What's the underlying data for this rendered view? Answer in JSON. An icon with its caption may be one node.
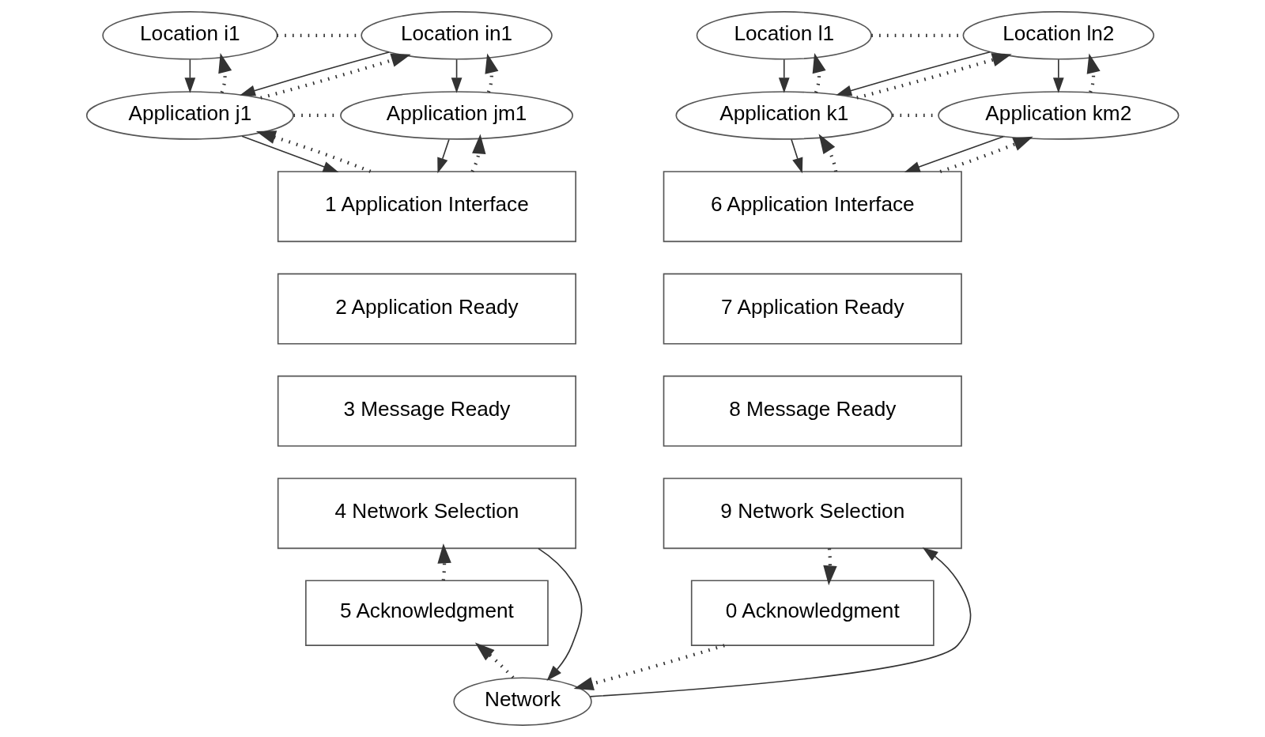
{
  "diagram": {
    "nodes": [
      {
        "text": [
          "Location i1"
        ]
      },
      {
        "text": [
          "Location in1"
        ]
      },
      {
        "text": [
          "Application j1"
        ]
      },
      {
        "text": [
          "Application jm1"
        ]
      },
      {
        "text": [
          "1 Application Interface"
        ]
      },
      {
        "text": [
          "2 Application Ready"
        ]
      },
      {
        "text": [
          "3 Message Ready"
        ]
      },
      {
        "text": [
          "4 Network Selection"
        ]
      },
      {
        "text": [
          "5 Acknowledgment"
        ]
      },
      {
        "text": [
          "Location l1"
        ]
      },
      {
        "text": [
          "Location ln2"
        ]
      },
      {
        "text": [
          "Application k1"
        ]
      },
      {
        "text": [
          "Application km2"
        ]
      },
      {
        "text": [
          "6 Application Interface"
        ]
      },
      {
        "text": [
          "7 Application Ready"
        ]
      },
      {
        "text": [
          "8 Message Ready"
        ]
      },
      {
        "text": [
          "9 Network Selection"
        ]
      },
      {
        "text": [
          "0 Acknowledgment"
        ]
      },
      {
        "text": [
          "Network"
        ]
      }
    ],
    "edges": [
      {
        "from": 0,
        "to": 1,
        "arrow": "none",
        "style": "dashed"
      },
      {
        "from": 0,
        "to": 2,
        "arrow": "to"
      },
      {
        "from": 2,
        "to": 0,
        "arrow": "to",
        "style": "dashed"
      },
      {
        "from": 2,
        "to": 1,
        "arrow": "to",
        "style": "dashed"
      },
      {
        "from": 1,
        "to": 2,
        "arrow": "to"
      },
      {
        "from": 1,
        "to": 3,
        "arrow": "to"
      },
      {
        "from": 3,
        "to": 1,
        "arrow": "to",
        "style": "dashed"
      },
      {
        "from": 2,
        "to": 3,
        "arrow": "none",
        "style": "dashed"
      },
      {
        "from": 2,
        "to": 4,
        "arrow": "to"
      },
      {
        "from": 4,
        "to": 2,
        "arrow": "to",
        "style": "dashed"
      },
      {
        "from": 3,
        "to": 4,
        "arrow": "to"
      },
      {
        "from": 4,
        "to": 3,
        "arrow": "to",
        "style": "dashed"
      },
      {
        "from": 7,
        "to": 18,
        "arrow": "to"
      },
      {
        "from": 18,
        "to": 8,
        "arrow": "to",
        "style": "dashed"
      },
      {
        "from": 8,
        "to": 7,
        "arrow": "to",
        "style": "dashed"
      },
      {
        "from": 9,
        "to": 10,
        "arrow": "none",
        "style": "dashed"
      },
      {
        "from": 9,
        "to": 11,
        "arrow": "to"
      },
      {
        "from": 11,
        "to": 9,
        "arrow": "to",
        "style": "dashed"
      },
      {
        "from": 11,
        "to": 10,
        "arrow": "to",
        "style": "dashed"
      },
      {
        "from": 10,
        "to": 11,
        "arrow": "to"
      },
      {
        "from": 10,
        "to": 12,
        "arrow": "to"
      },
      {
        "from": 12,
        "to": 10,
        "arrow": "to",
        "style": "dashed"
      },
      {
        "from": 11,
        "to": 12,
        "arrow": "none",
        "style": "dashed"
      },
      {
        "from": 11,
        "to": 13,
        "arrow": "to"
      },
      {
        "from": 13,
        "to": 11,
        "arrow": "to",
        "style": "dashed"
      },
      {
        "from": 12,
        "to": 13,
        "arrow": "to"
      },
      {
        "from": 13,
        "to": 12,
        "arrow": "to",
        "style": "dashed"
      },
      {
        "from": 16,
        "to": 17,
        "arrow": "to",
        "style": "dashed"
      },
      {
        "from": 17,
        "to": 18,
        "arrow": "to",
        "style": "dashed"
      },
      {
        "from": 18,
        "to": 16,
        "arrow": "to"
      }
    ]
  }
}
